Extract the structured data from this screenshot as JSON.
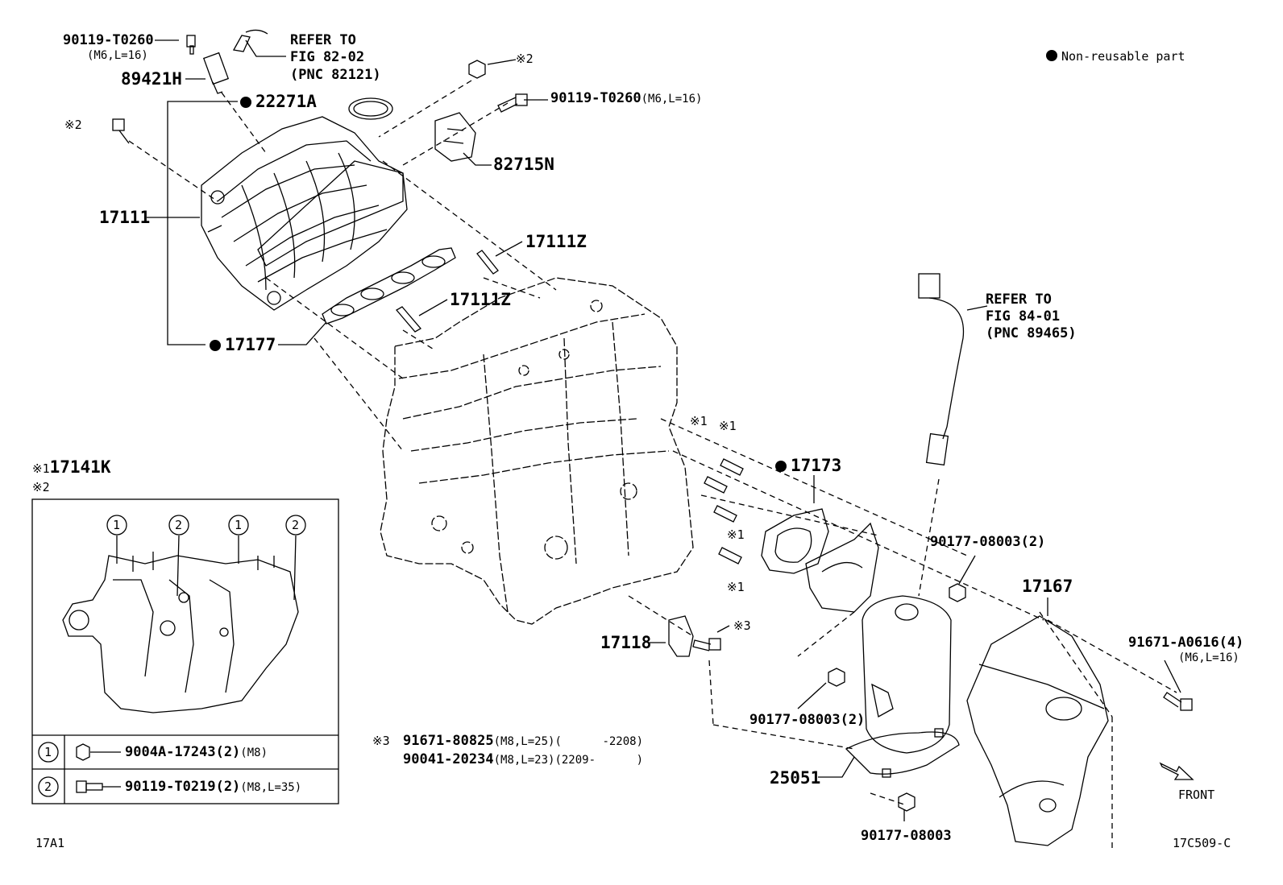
{
  "legend": {
    "marker": "●",
    "text": "Non-reusable part"
  },
  "refs": {
    "r1": [
      "REFER TO",
      "FIG 82-02",
      "(PNC 82121)"
    ],
    "r2": [
      "REFER TO",
      "FIG 84-01",
      "(PNC 89465)"
    ]
  },
  "parts": {
    "p90119_a": "90119-T0260",
    "p90119_a_spec": "(M6,L=16)",
    "p89421H": "89421H",
    "p22271A": "22271A",
    "note2_a": "※2",
    "note2_b": "※2",
    "p90119_b": "90119-T0260",
    "p90119_b_spec": "(M6,L=16)",
    "p82715N": "82715N",
    "p17111": "17111",
    "p17111Z_a": "17111Z",
    "p17111Z_b": "17111Z",
    "p17177": "17177",
    "p17173": "17173",
    "n1a": "※1",
    "n1b": "※1",
    "n1c": "※1",
    "n1d": "※1",
    "p90177_a": "90177-08003(2)",
    "p17167": "17167",
    "p91671_A": "91671-A0616(4)",
    "p91671_A_spec": "(M6,L=16)",
    "p17118": "17118",
    "n3": "※3",
    "p90177_b": "90177-08003(2)",
    "p25051": "25051",
    "p90177_c": "90177-08003",
    "front": "FRONT",
    "code_left": "17A1",
    "code_right": "17C509-C"
  },
  "note3": {
    "mark": "※3",
    "line1_part": "91671-80825",
    "line1_spec": "(M8,L=25)(      -2208)",
    "line2_part": "90041-20234",
    "line2_spec": "(M8,L=23)(2209-      )"
  },
  "inset": {
    "title_mark": "※1",
    "title_part": "17141K",
    "sub_mark": "※2",
    "circle1": "1",
    "circle2": "2",
    "row1_part": "9004A-17243(2)",
    "row1_spec": "(M8)",
    "row2_part": "90119-T0219(2)",
    "row2_spec": "(M8,L=35)"
  }
}
